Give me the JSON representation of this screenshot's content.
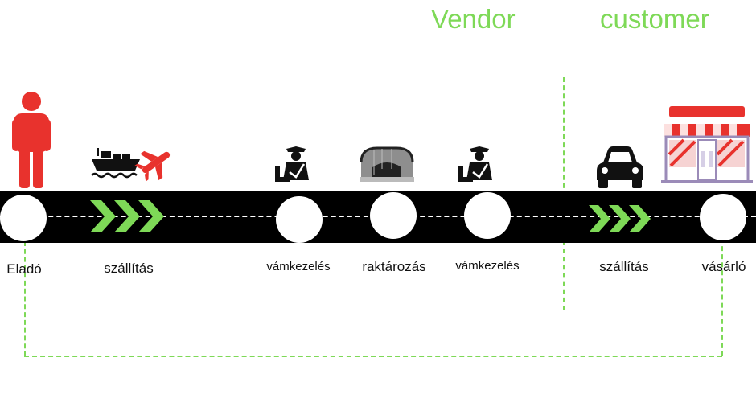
{
  "header": {
    "vendor_label": "Vendor",
    "customer_label": "customer",
    "accent_color": "#7ed957"
  },
  "steps": [
    {
      "label": "Eladó",
      "icon": "person-icon"
    },
    {
      "label": "szállítás",
      "icon": "ship-and-plane-icon"
    },
    {
      "label": "vámkezelés",
      "icon": "customs-officer-icon"
    },
    {
      "label": "raktározás",
      "icon": "warehouse-icon"
    },
    {
      "label": "vámkezelés",
      "icon": "customs-officer-icon"
    },
    {
      "label": "szállítás",
      "icon": "car-icon"
    },
    {
      "label": "vásárló",
      "icon": "shop-icon"
    }
  ],
  "colors": {
    "track": "#000000",
    "person": "#e8322d",
    "arrows": "#7ed957",
    "shop_red": "#e8322d",
    "shop_purple": "#9b8bb8"
  }
}
